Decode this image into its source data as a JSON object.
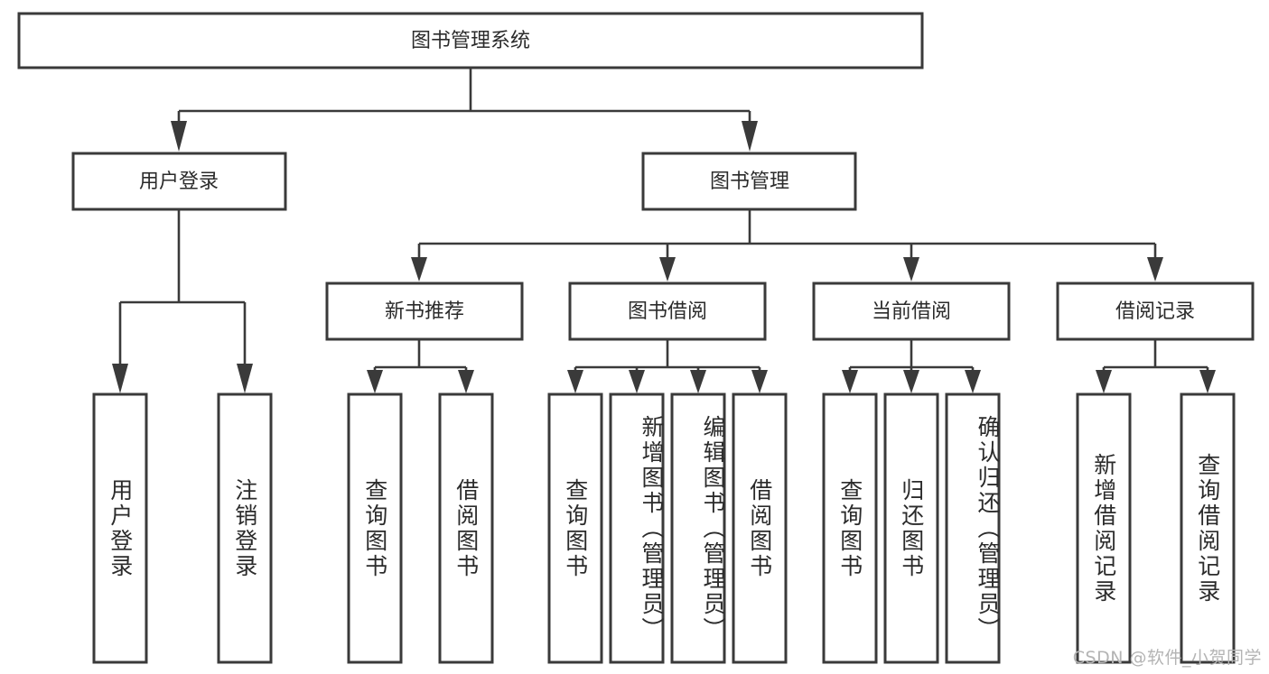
{
  "diagram": {
    "title": "图书管理系统",
    "type": "hierarchy-tree",
    "orientation": "top-down",
    "colors": {
      "box_stroke": "#3a3a3a",
      "box_fill": "#ffffff",
      "text": "#2b2b2b",
      "connector": "#3a3a3a",
      "watermark": "#b4b4b4",
      "background": "#ffffff"
    },
    "root": {
      "label": "图书管理系统"
    },
    "level2": [
      {
        "label": "用户登录"
      },
      {
        "label": "图书管理"
      }
    ],
    "level3": [
      {
        "label": "新书推荐"
      },
      {
        "label": "图书借阅"
      },
      {
        "label": "当前借阅"
      },
      {
        "label": "借阅记录"
      }
    ],
    "leaves": {
      "user_login": [
        {
          "label": "用户登录"
        },
        {
          "label": "注销登录"
        }
      ],
      "new_book_recommend": [
        {
          "label": "查询图书"
        },
        {
          "label": "借阅图书"
        }
      ],
      "book_borrow": [
        {
          "label": "查询图书"
        },
        {
          "label": "新增图书（管理员）"
        },
        {
          "label": "编辑图书（管理员）"
        },
        {
          "label": "借阅图书"
        }
      ],
      "current_borrow": [
        {
          "label": "查询图书"
        },
        {
          "label": "归还图书"
        },
        {
          "label": "确认归还（管理员）"
        }
      ],
      "borrow_record": [
        {
          "label": "新增借阅记录"
        },
        {
          "label": "查询借阅记录"
        }
      ]
    },
    "watermark": "CSDN @软件_小贺同学"
  }
}
